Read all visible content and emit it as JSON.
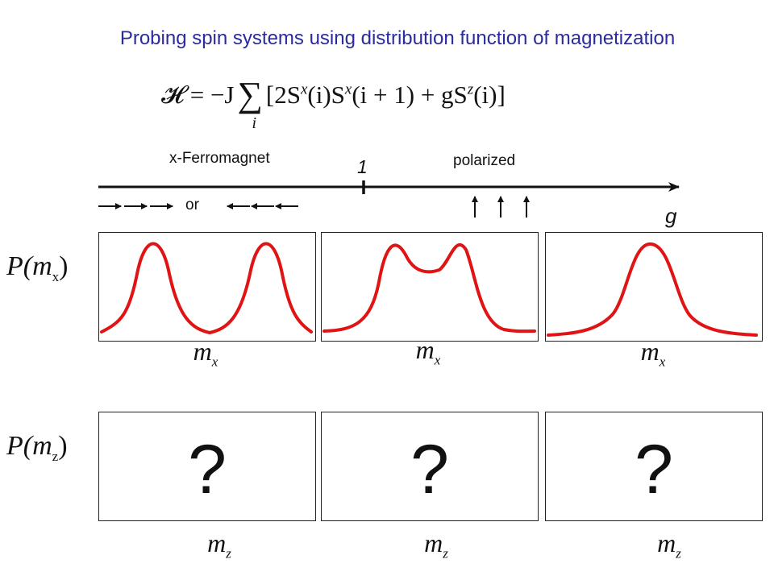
{
  "title": "Probing spin systems using distribution function of magnetization",
  "hamiltonian": {
    "lhs": "𝓗 = −J",
    "sum_index": "i",
    "bracket_open": "[2S",
    "sx1_sup": "x",
    "sx1_arg": "(i)S",
    "sx2_sup": "x",
    "sx2_arg": "(i + 1) + gS",
    "sz_sup": "z",
    "tail": "(i)]"
  },
  "phase_diagram": {
    "left_label": "x-Ferromagnet",
    "right_label": "polarized",
    "critical_point": "1",
    "axis_label": "g",
    "or_label": "or",
    "arrows_left": [
      "right-arrow-icon",
      "right-arrow-icon",
      "right-arrow-icon"
    ],
    "arrows_right": [
      "left-arrow-icon",
      "left-arrow-icon",
      "left-arrow-icon"
    ],
    "arrows_up": [
      "up-arrow-icon",
      "up-arrow-icon",
      "up-arrow-icon"
    ]
  },
  "rows": {
    "top": {
      "ylabel_p": "P(",
      "ylabel_m": "m",
      "ylabel_sub": "x",
      "ylabel_close": ")",
      "xlabel_m": "m",
      "xlabel_sub": "x"
    },
    "bottom": {
      "ylabel_p": "P(",
      "ylabel_m": "m",
      "ylabel_sub": "z",
      "ylabel_close": ")",
      "xlabel_m": "m",
      "xlabel_sub": "z",
      "unknown": "?"
    }
  },
  "curve_color": "#e01414"
}
